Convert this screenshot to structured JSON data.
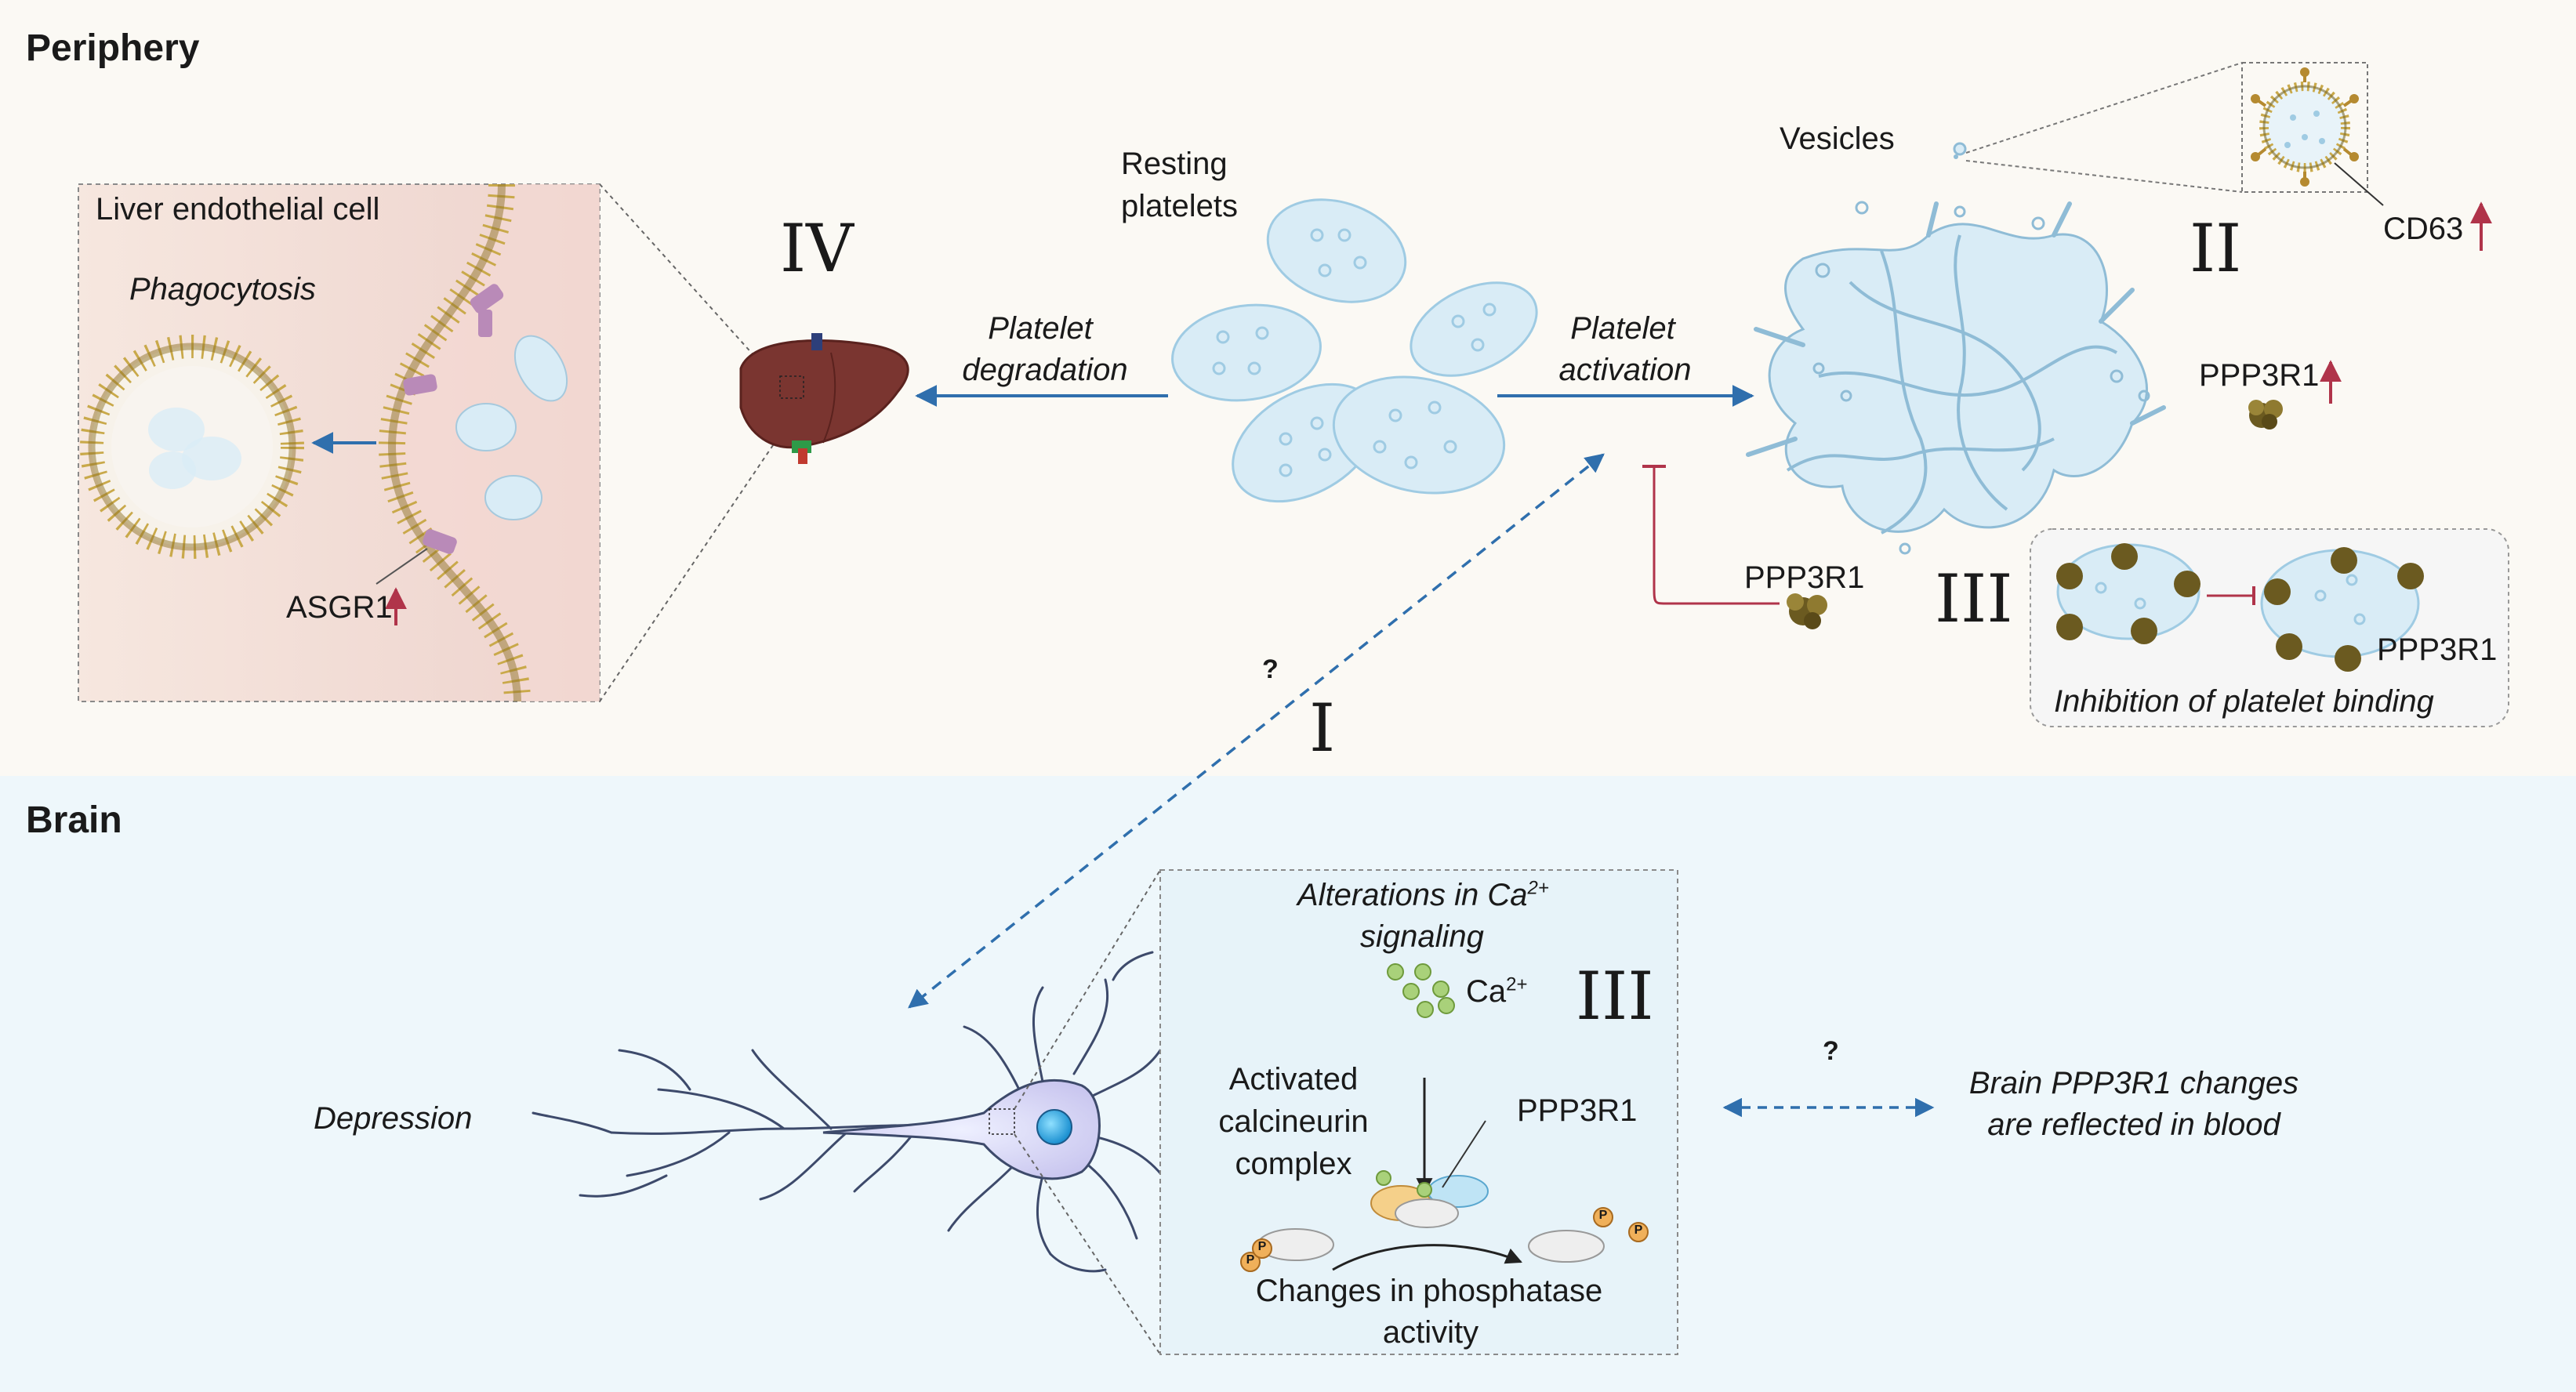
{
  "sections": {
    "periphery": "Periphery",
    "brain": "Brain"
  },
  "liver_panel": {
    "title": "Liver endothelial cell",
    "process": "Phagocytosis",
    "receptor": "ASGR1"
  },
  "roman": {
    "I": "I",
    "II": "II",
    "III_periphery": "III",
    "III_brain": "III",
    "IV": "IV"
  },
  "platelets": {
    "resting_line1": "Resting",
    "resting_line2": "platelets",
    "degradation_line1": "Platelet",
    "degradation_line2": "degradation",
    "activation_line1": "Platelet",
    "activation_line2": "activation",
    "vesicles": "Vesicles"
  },
  "markers": {
    "cd63": "CD63",
    "ppp3r1_upper": "PPP3R1",
    "ppp3r1_inhibitor": "PPP3R1",
    "ppp3r1_inset": "PPP3R1"
  },
  "inset_binding": {
    "caption": "Inhibition of platelet binding"
  },
  "brain_panel": {
    "depression": "Depression",
    "alterations_line1": "Alterations in Ca",
    "alterations_sup": "2+",
    "alterations_line2": "signaling",
    "ca_label": "Ca",
    "ca_sup": "2+",
    "activated_line1": "Activated",
    "activated_line2": "calcineurin",
    "activated_line3": "complex",
    "ppp3r1": "PPP3R1",
    "p_label": "P",
    "changes_line1": "Changes in phosphatase",
    "changes_line2": "activity",
    "reflect_line1": "Brain PPP3R1 changes",
    "reflect_line2": "are reflected in blood"
  },
  "questions": {
    "q1": "?",
    "q2": "?"
  },
  "colors": {
    "periphery_bg": "#fbf9f4",
    "brain_bg": "#eef7fb",
    "arrow_blue": "#2f6fad",
    "inhibit_red": "#b0344a",
    "up_arrow_red": "#b0344a",
    "liver": "#7a3530",
    "platelet_fill": "#d9ecf6",
    "platelet_dot": "#9fcbe3",
    "membrane_head": "#c9a94a",
    "calcium_green": "#8fbf5a",
    "phosphate_orange": "#e69a3c"
  }
}
